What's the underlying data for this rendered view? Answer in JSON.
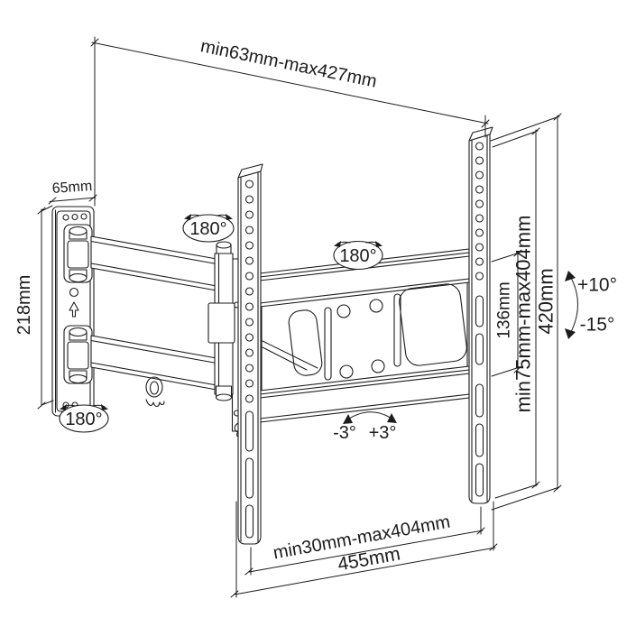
{
  "page": {
    "background": "#ffffff",
    "line_color": "#1c1c1c",
    "description": "TV wall mount bracket dimension diagram"
  },
  "labels": {
    "arm_extension_range": "min63mm-max427mm",
    "wall_plate_width": "65mm",
    "wall_plate_height": "218mm",
    "elbow_rotation": "180°",
    "bracket_rotation": "180°",
    "wall_joint_rotation": "180°",
    "slot_spacing": "136mm",
    "vesa_height_range": "min75mm-max404mm",
    "bracket_height": "420mm",
    "tilt_up": "+10°",
    "tilt_down": "-15°",
    "roll_left": "-3°",
    "roll_right": "+3°",
    "vesa_width_range": "min30mm-max404mm",
    "bracket_width": "455mm"
  }
}
